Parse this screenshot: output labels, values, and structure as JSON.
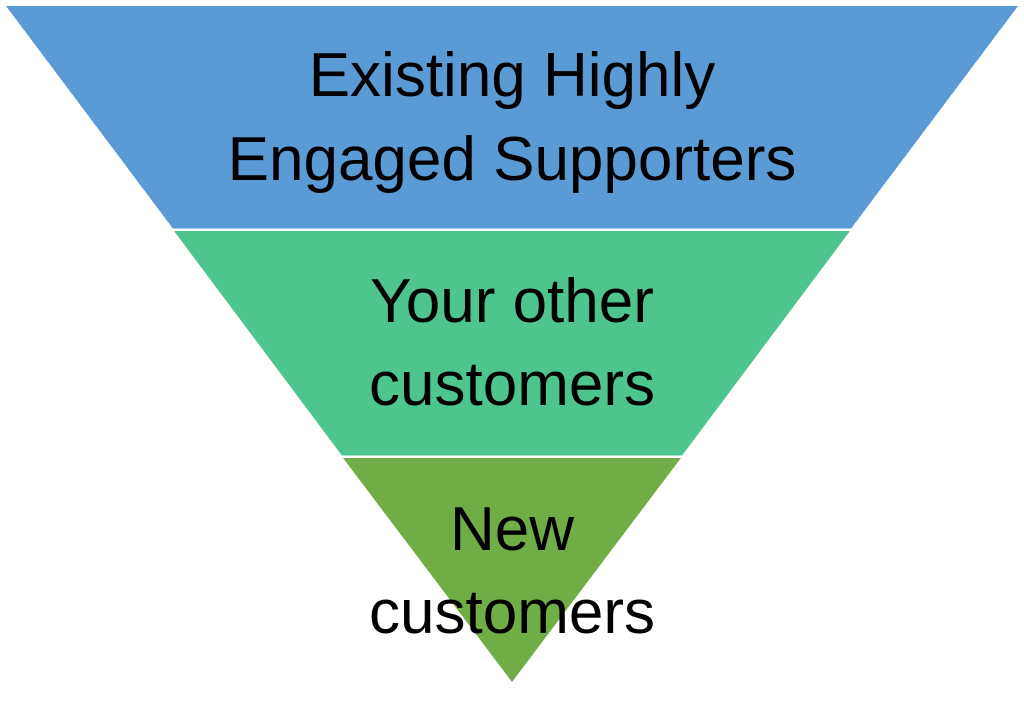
{
  "diagram": {
    "tiers": [
      {
        "lines": [
          "Existing Highly",
          "Engaged Supporters"
        ],
        "color": "#5B9BD5"
      },
      {
        "lines": [
          "Your other",
          "customers"
        ],
        "color": "#4EC48E"
      },
      {
        "lines": [
          "New",
          "customers"
        ],
        "color": "#70AD47"
      }
    ]
  }
}
